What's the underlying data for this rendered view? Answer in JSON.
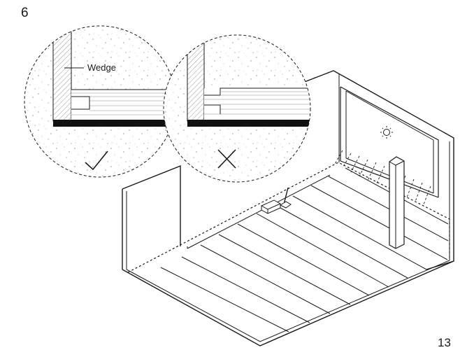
{
  "step_number": "6",
  "page_number": "13",
  "callout": {
    "label": "Wedge",
    "correct_icon": "check-icon",
    "incorrect_icon": "cross-icon"
  },
  "room": {
    "window_icon": "sun-icon"
  }
}
